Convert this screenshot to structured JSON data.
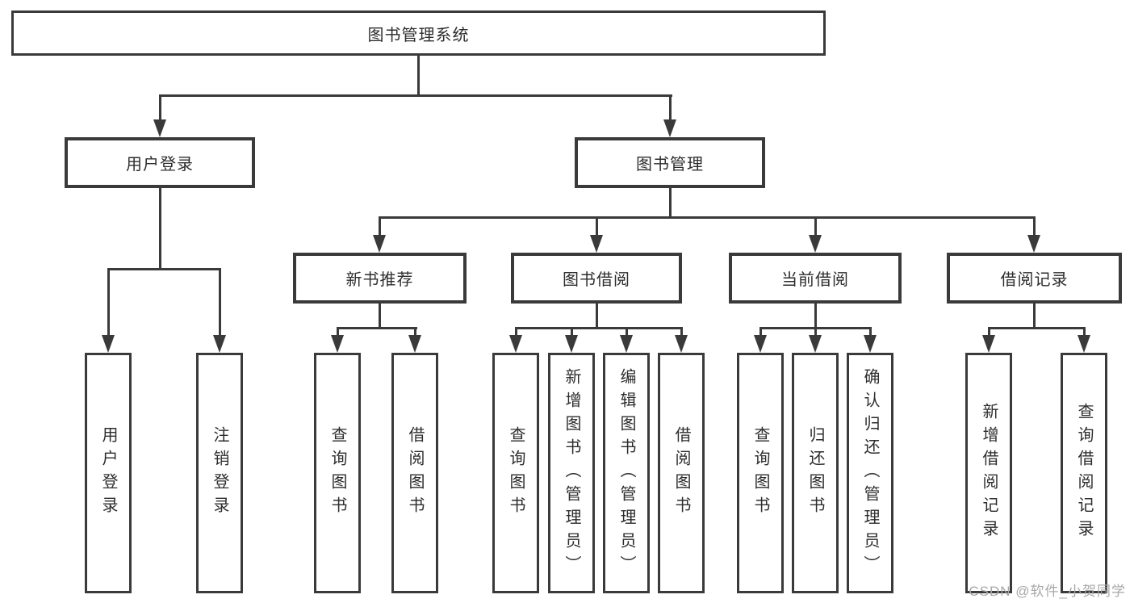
{
  "diagram": {
    "root": "图书管理系统",
    "branches": [
      "用户登录",
      "图书管理"
    ],
    "modules": [
      "新书推荐",
      "图书借阅",
      "当前借阅",
      "借阅记录"
    ],
    "leaves": {
      "user_login": [
        "用户登录",
        "注销登录"
      ],
      "new_book_recommend": [
        "查询图书",
        "借阅图书"
      ],
      "book_borrow": [
        "查询图书",
        "新增图书（管理员）",
        "编辑图书（管理员）",
        "借阅图书"
      ],
      "current_borrow": [
        "查询图书",
        "归还图书",
        "确认归还（管理员）"
      ],
      "borrow_record": [
        "新增借阅记录",
        "查询借阅记录"
      ]
    }
  },
  "watermark": "CSDN @软件_小贺同学",
  "colors": {
    "line": "#3a3a3a",
    "text": "#2d2d2d",
    "watermark": "#a8a8a8",
    "background": "#ffffff"
  }
}
